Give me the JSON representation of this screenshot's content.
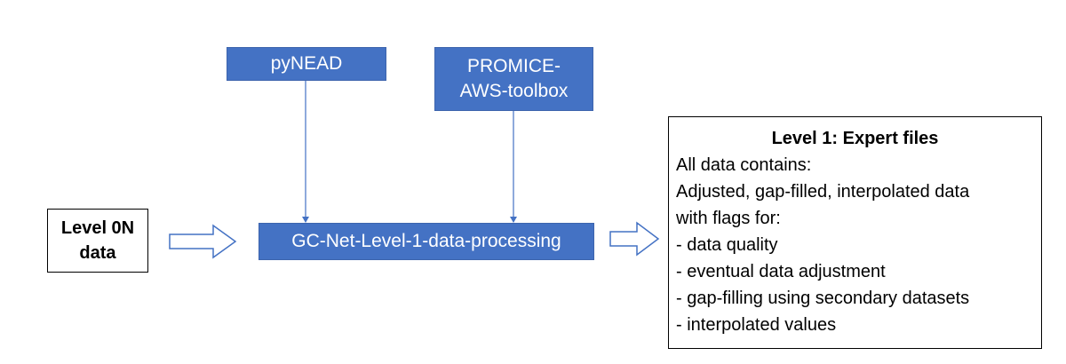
{
  "diagram": {
    "pynead_label": "pyNEAD",
    "promice_line1": "PROMICE-",
    "promice_line2": "AWS-toolbox",
    "processing_label": "GC-Net-Level-1-data-processing",
    "level0_line1": "Level 0N",
    "level0_line2": "data",
    "level1": {
      "title": "Level 1: Expert files",
      "lines": [
        "All data contains:",
        "Adjusted, gap-filled, interpolated data",
        "with flags for:",
        "- data quality",
        "- eventual data adjustment",
        "- gap-filling using secondary datasets",
        "- interpolated values"
      ]
    },
    "colors": {
      "box_fill": "#4472c4",
      "connector": "#4472c4",
      "text_on_box": "#ffffff"
    }
  }
}
